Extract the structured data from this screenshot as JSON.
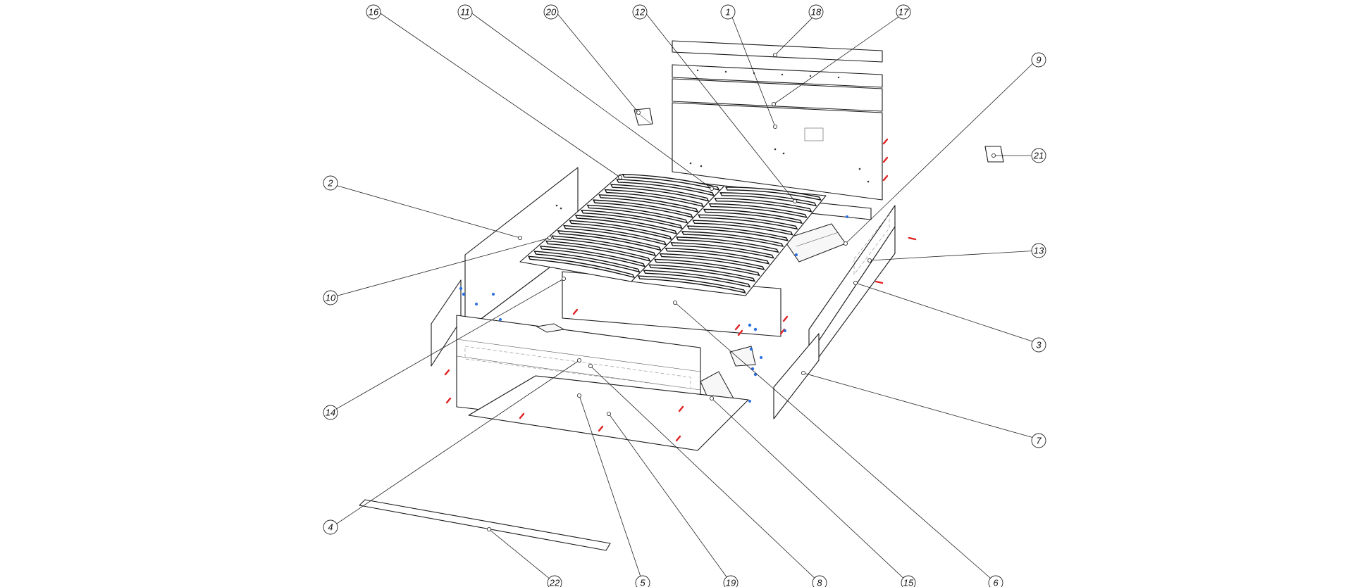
{
  "callouts": [
    {
      "label": "16"
    },
    {
      "label": "11"
    },
    {
      "label": "20"
    },
    {
      "label": "12"
    },
    {
      "label": "1"
    },
    {
      "label": "18"
    },
    {
      "label": "17"
    },
    {
      "label": "9"
    },
    {
      "label": "21"
    },
    {
      "label": "2"
    },
    {
      "label": "13"
    },
    {
      "label": "10"
    },
    {
      "label": "3"
    },
    {
      "label": "14"
    },
    {
      "label": "7"
    },
    {
      "label": "4"
    },
    {
      "label": "22"
    },
    {
      "label": "5"
    },
    {
      "label": "19"
    },
    {
      "label": "8"
    },
    {
      "label": "15"
    },
    {
      "label": "6"
    }
  ],
  "colors": {
    "line": "#1a1a1a",
    "fastener_red": "#e02020",
    "fastener_blue": "#2a6fe0"
  }
}
